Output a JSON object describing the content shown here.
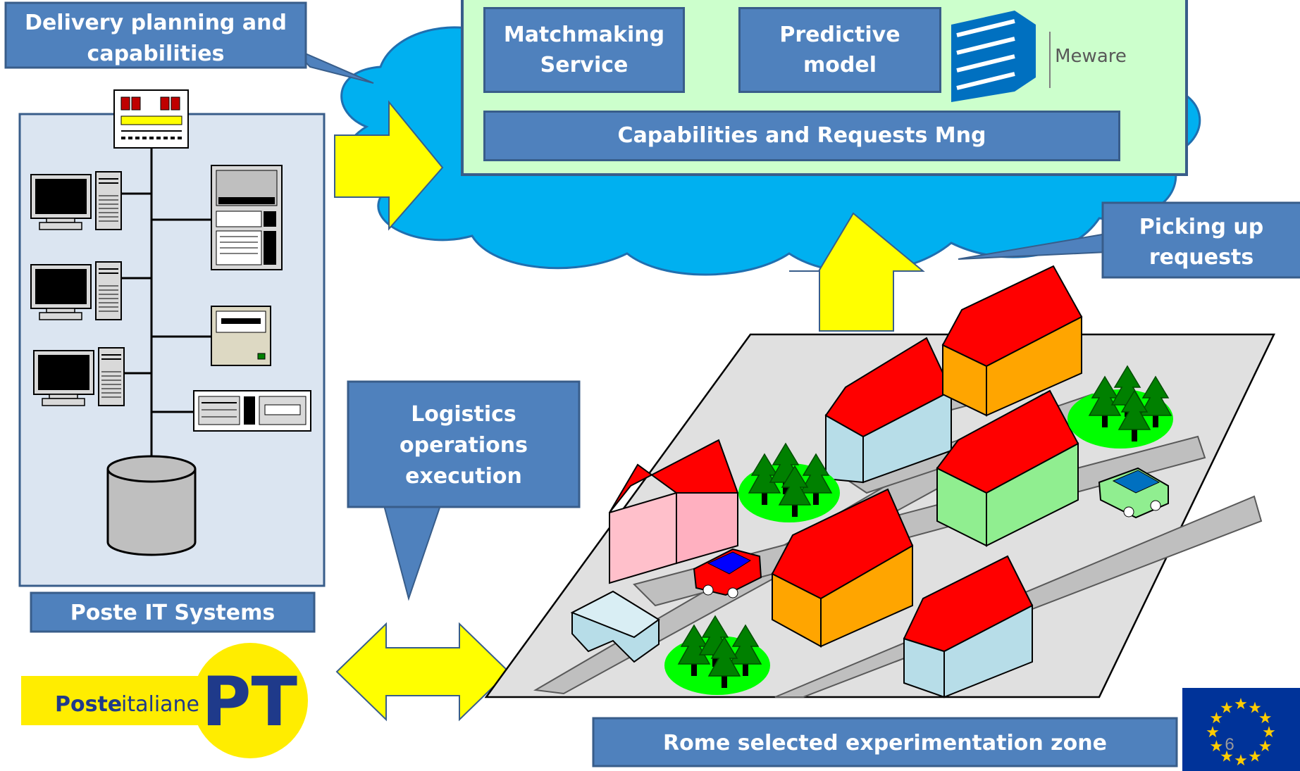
{
  "callouts": {
    "delivery_planning_line1": "Delivery planning and",
    "delivery_planning_line2": "capabilities",
    "picking_up_line1": "Picking up",
    "picking_up_line2": "requests",
    "logistics_line1": "Logistics",
    "logistics_line2": "operations",
    "logistics_line3": "execution"
  },
  "cloud_services": {
    "matchmaking_line1": "Matchmaking",
    "matchmaking_line2": "Service",
    "predictive_line1": "Predictive",
    "predictive_line2": "model",
    "capabilities_bar": "Capabilities and Requests Mng",
    "meware_logo_text": "Meware"
  },
  "labels": {
    "poste_it_systems": "Poste IT Systems",
    "rome_zone": "Rome selected  experimentation zone",
    "slide_number": "6"
  },
  "logos": {
    "poste_bold": "Poste",
    "poste_light": "italiane",
    "poste_pt": "PT"
  },
  "colors": {
    "cloud": "#00b0f0",
    "service_panel": "#ccffcc",
    "box_fill": "#4f81bd",
    "arrow_yellow": "#ffff00",
    "roof_red": "#ff0000",
    "eu_blue": "#003399",
    "eu_star": "#ffcc00",
    "poste_yellow": "#ffed00"
  },
  "icons": [
    "server-rack-icon",
    "desktop-computer-icon",
    "database-icon",
    "eu-flag-icon",
    "car-icon",
    "tree-icon",
    "house-icon"
  ]
}
